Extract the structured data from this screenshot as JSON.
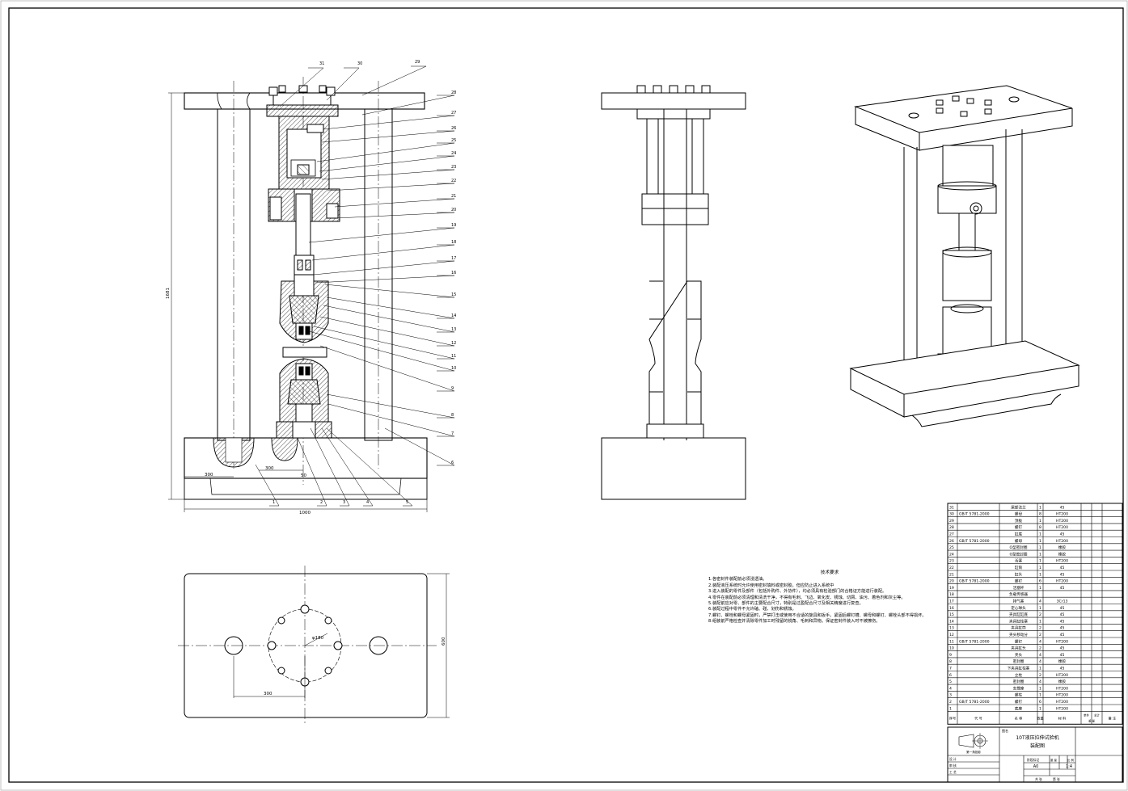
{
  "drawing": {
    "title_block": {
      "drawing_title_1": "10T液压拉伸试验机",
      "drawing_title_2": "装配图",
      "size": "A0",
      "scale": "1:4",
      "weight_label": "重 量",
      "scale_label": "比 例",
      "stage_label": "阶段标记",
      "total_sheets": "共  张",
      "sheet_no": "第  张",
      "header_seq": "序号",
      "header_code": "代 号",
      "header_name": "名 称",
      "header_qty": "数量",
      "header_material": "材 料",
      "header_unit_weight": "单件",
      "header_total_weight": "总计",
      "header_weight": "重 量",
      "header_note": "备 注",
      "projection_caption": "第一角投影",
      "company_mark": "图名",
      "sign_design": "设 计",
      "sign_check": "审 核",
      "sign_process": "工 艺"
    },
    "parts": [
      {
        "no": "31",
        "code": "",
        "name": "尾部法兰",
        "qty": "1",
        "material": "45"
      },
      {
        "no": "30",
        "code": "GB/T 5781-2000",
        "name": "螺母",
        "qty": "8",
        "material": "HT200"
      },
      {
        "no": "29",
        "code": "",
        "name": "顶板",
        "qty": "1",
        "material": "HT200"
      },
      {
        "no": "28",
        "code": "",
        "name": "螺钉",
        "qty": "8",
        "material": "HT200"
      },
      {
        "no": "27",
        "code": "",
        "name": "缸底",
        "qty": "1",
        "material": "45"
      },
      {
        "no": "26",
        "code": "GB/T 5781-2000",
        "name": "螺母",
        "qty": "1",
        "material": "HT200"
      },
      {
        "no": "25",
        "code": "",
        "name": "O型密封圈",
        "qty": "1",
        "material": "橡胶"
      },
      {
        "no": "24",
        "code": "",
        "name": "O型密封圈",
        "qty": "1",
        "material": "橡胶"
      },
      {
        "no": "23",
        "code": "",
        "name": "活塞",
        "qty": "1",
        "material": "HT200"
      },
      {
        "no": "22",
        "code": "",
        "name": "缸筒",
        "qty": "1",
        "material": "45"
      },
      {
        "no": "21",
        "code": "",
        "name": "缸头",
        "qty": "1",
        "material": "45"
      },
      {
        "no": "20",
        "code": "GB/T 5781-2000",
        "name": "螺钉",
        "qty": "6",
        "material": "HT200"
      },
      {
        "no": "19",
        "code": "",
        "name": "活塞杆",
        "qty": "1",
        "material": "45"
      },
      {
        "no": "18",
        "code": "",
        "name": "负载传感器",
        "qty": "",
        "material": ""
      },
      {
        "no": "17",
        "code": "",
        "name": "排气塞",
        "qty": "4",
        "material": "3Cr13"
      },
      {
        "no": "16",
        "code": "",
        "name": "定心球头",
        "qty": "1",
        "material": "45"
      },
      {
        "no": "15",
        "code": "",
        "name": "夹具缸缸底",
        "qty": "2",
        "material": "45"
      },
      {
        "no": "14",
        "code": "",
        "name": "夹具缸柱塞",
        "qty": "1",
        "material": "45"
      },
      {
        "no": "13",
        "code": "",
        "name": "夹具缸筒",
        "qty": "2",
        "material": "45"
      },
      {
        "no": "12",
        "code": "",
        "name": "夹头移动分",
        "qty": "2",
        "material": "45"
      },
      {
        "no": "11",
        "code": "GB/T 5781-2000",
        "name": "螺钉",
        "qty": "4",
        "material": "HT200"
      },
      {
        "no": "10",
        "code": "",
        "name": "夹具缸头",
        "qty": "2",
        "material": "45"
      },
      {
        "no": "9",
        "code": "",
        "name": "夹头",
        "qty": "4",
        "material": "45"
      },
      {
        "no": "8",
        "code": "",
        "name": "密封圈",
        "qty": "4",
        "material": "橡胶"
      },
      {
        "no": "7",
        "code": "",
        "name": "下夹具缸柱塞",
        "qty": "1",
        "material": "45"
      },
      {
        "no": "6",
        "code": "",
        "name": "立柱",
        "qty": "2",
        "material": "HT200"
      },
      {
        "no": "5",
        "code": "",
        "name": "密封圈",
        "qty": "4",
        "material": "橡胶"
      },
      {
        "no": "4",
        "code": "",
        "name": "支撑座",
        "qty": "1",
        "material": "HT200"
      },
      {
        "no": "3",
        "code": "",
        "name": "螺柱",
        "qty": "1",
        "material": "HT200"
      },
      {
        "no": "2",
        "code": "GB/T 5781-2000",
        "name": "螺钉",
        "qty": "6",
        "material": "HT200"
      },
      {
        "no": "1",
        "code": "",
        "name": "底座",
        "qty": "1",
        "material": "HT200"
      }
    ],
    "technical_requirements": {
      "title": "技术要求",
      "lines": [
        "1.各密封件装配前必须浸透油。",
        "2.装配液压系统时允许使用密封填料或密封胶，但应防止进入系统中",
        "3.进入装配的零件及部件（包括外购件、外协件），均必须具有检验部门的合格证方能进行装配。",
        "4.零件在装配前必须清理和清洗干净，不得有毛刺、飞边、氧化皮、锈蚀、切屑、油污、着色剂和灰尘等。",
        "5.装配前应对零、部件的主要配合尺寸，特别是过盈配合尺寸及相关精度进行复查。",
        "6.装配过程中零件不允许磕、碰、划伤和锈蚀。",
        "7.螺钉、螺栓和螺母紧固时，严禁打击或使用不合适的旋具和扳手。紧固后螺钉槽、螺母和螺钉、螺栓头部不得损坏。",
        "8.组装前严格检查并清除零件加工时残留的锐角、毛刺和异物。保证密封件装入时不被擦伤。"
      ]
    },
    "front_view_labels": {
      "balloons_left": [
        "31",
        "30",
        "29"
      ],
      "balloons_right": [
        "28",
        "27",
        "26",
        "25",
        "24",
        "23",
        "22",
        "21",
        "20",
        "19",
        "18",
        "17",
        "16",
        "15",
        "14",
        "13",
        "12",
        "11",
        "10",
        "9",
        "8",
        "7",
        "6"
      ],
      "balloons_bottom": [
        "1",
        "2",
        "3",
        "4",
        "5"
      ],
      "dim_height": "1681",
      "dim_width": "1000",
      "dim_left": "300",
      "dim_center": "300",
      "dim_offset": "50"
    },
    "top_view_labels": {
      "dim_circle": "φ180",
      "dim_spacing": "300",
      "dim_depth": "600"
    }
  }
}
